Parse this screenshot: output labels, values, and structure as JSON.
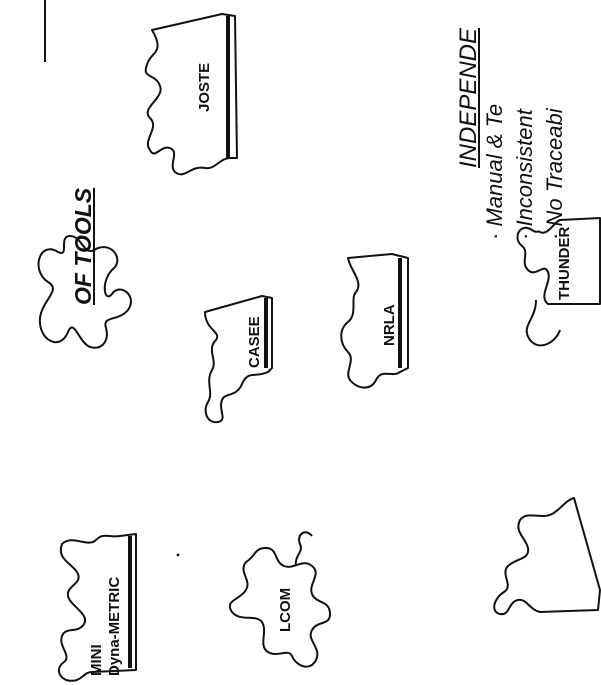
{
  "title": "OF TOOLS",
  "independent_heading": "INDEPENDE",
  "bullets": [
    "Manual & Te",
    "Inconsistent",
    "No Traceabi"
  ],
  "pieces": {
    "joste": "JOSTE",
    "casee": "CASEE",
    "nrla": "NRLA",
    "thunder": "THUNDER",
    "mini_line1": "MINI",
    "mini_line2": "Dyna-METRIC",
    "lcom": "LCOM"
  }
}
